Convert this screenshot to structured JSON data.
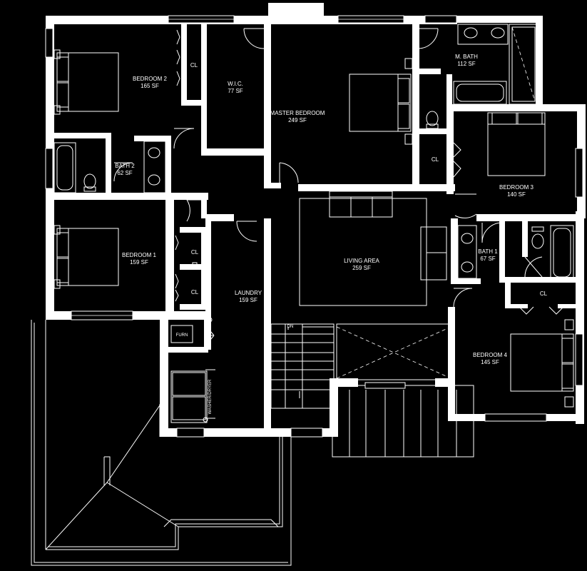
{
  "rooms": {
    "bedroom2": {
      "name": "BEDROOM 2",
      "area": "165 SF"
    },
    "wic": {
      "name": "W.I.C.",
      "area": "77 SF"
    },
    "master_bedroom": {
      "name": "MASTER BEDROOM",
      "area": "249 SF"
    },
    "master_bath": {
      "name": "M. BATH",
      "area": "112 SF"
    },
    "bath2": {
      "name": "BATH 2",
      "area": "62 SF"
    },
    "bedroom3": {
      "name": "BEDROOM 3",
      "area": "140 SF"
    },
    "bedroom1": {
      "name": "BEDROOM 1",
      "area": "159 SF"
    },
    "living_area": {
      "name": "LIVING AREA",
      "area": "259 SF"
    },
    "bath1": {
      "name": "BATH 1",
      "area": "67 SF"
    },
    "laundry": {
      "name": "LAUNDRY",
      "area": "159 SF"
    },
    "bedroom4": {
      "name": "BEDROOM 4",
      "area": "145 SF"
    }
  },
  "closets": {
    "bedroom2": "CL",
    "bedroom1_upper": "CL",
    "bedroom1_lower": "CL",
    "bedroom3": "CL",
    "bedroom4": "CL"
  },
  "fixtures": {
    "furnace": "FURN",
    "washer_dryer": "WASHER/DRYER",
    "stair_direction": "DN"
  },
  "colors": {
    "background": "#000000",
    "walls": "#ffffff",
    "linework": "#ffffff"
  }
}
